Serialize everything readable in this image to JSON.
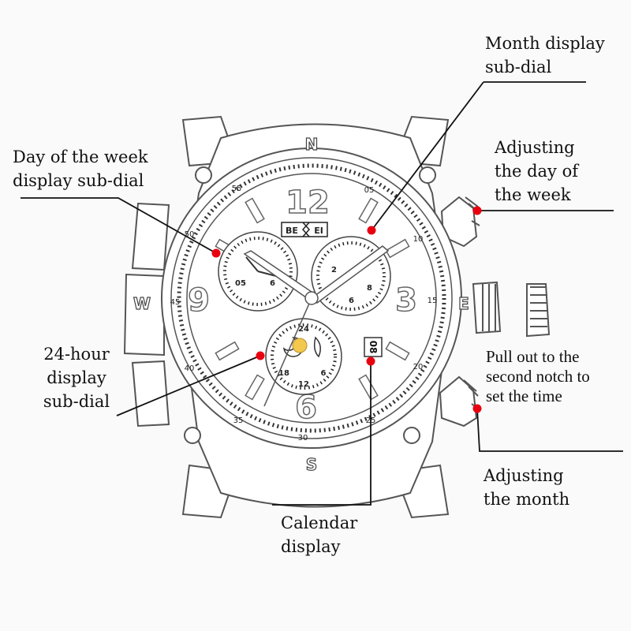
{
  "callouts": {
    "month_subdial": [
      "Month display",
      "sub-dial"
    ],
    "day_week_subdial": [
      "Day of the week",
      "display sub-dial"
    ],
    "adjust_day": [
      "Adjusting",
      "the day of",
      "the week"
    ],
    "hour24_subdial": [
      "24-hour",
      "display",
      "sub-dial"
    ],
    "pull_out": [
      "Pull out to the",
      "second notch to",
      "set the time"
    ],
    "adjust_month": [
      "Adjusting",
      "the month"
    ],
    "calendar": [
      "Calendar",
      "display"
    ]
  },
  "dial": {
    "brand_left": "BE",
    "brand_right": "EI",
    "hour_numerals": [
      "12",
      "3",
      "6",
      "9"
    ],
    "bezel_letters": [
      "N",
      "E",
      "S",
      "W"
    ],
    "minute_marks": [
      "05",
      "10",
      "15",
      "20",
      "25",
      "30",
      "35",
      "40",
      "45",
      "50",
      "55"
    ],
    "right_subdial_numbers": [
      "2",
      "8",
      "6"
    ],
    "left_subdial_numbers": [
      "05",
      "6"
    ],
    "hour24_numbers": [
      "24",
      "18",
      "12",
      "6"
    ],
    "date_window": "08"
  },
  "colors": {
    "marker": "#e8000f",
    "line": "#111111",
    "outline": "#4a4a4a"
  }
}
